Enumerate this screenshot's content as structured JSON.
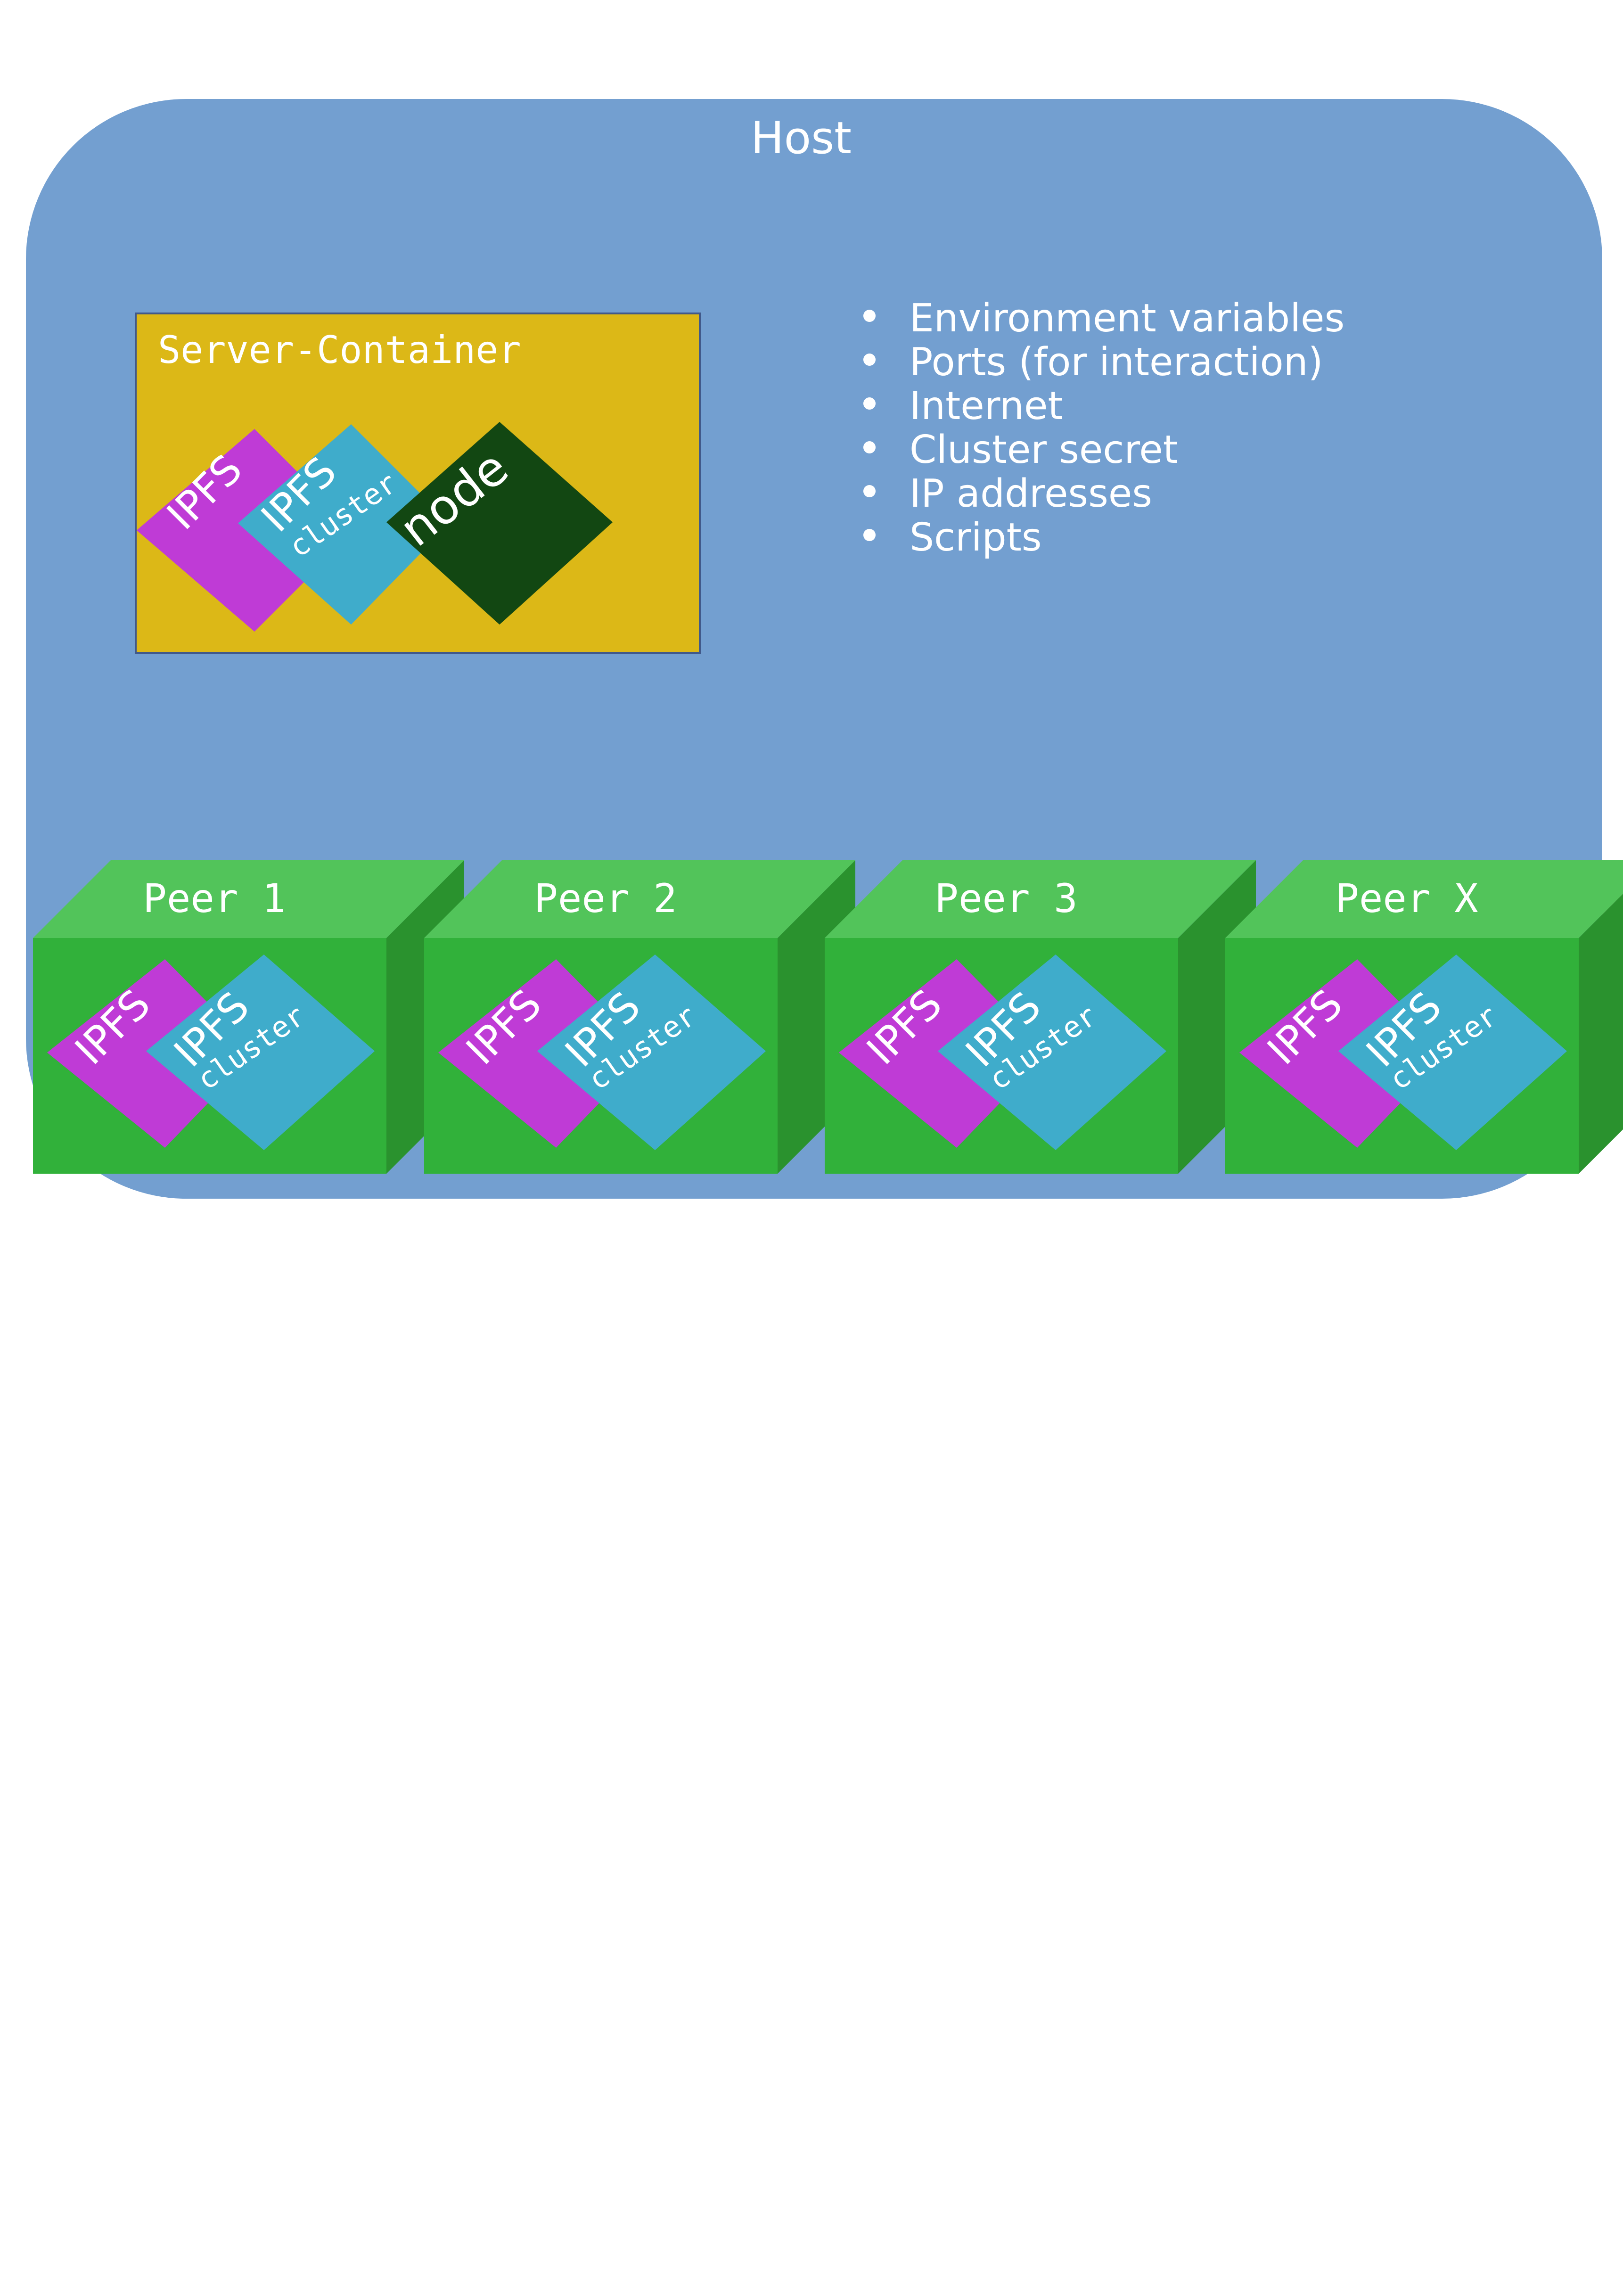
{
  "colors": {
    "host": "#739FD0",
    "server_container": "#DCB817",
    "server_border": "#41598A",
    "ipfs": "#BF3BD6",
    "cluster": "#3FACCB",
    "node": "#124712",
    "peer_front": "#31B13A",
    "peer_top": "#52C45A",
    "peer_side": "#2A922E",
    "text": "#FFFFFF"
  },
  "host": {
    "title": "Host"
  },
  "server": {
    "title": "Server-Container",
    "ipfs_label": "IPFS",
    "cluster_label": "IPFS",
    "cluster_sublabel": "cluster",
    "node_label": "node"
  },
  "bullets": [
    "Environment variables",
    "Ports (for interaction)",
    "Internet",
    "Cluster secret",
    "IP addresses",
    "Scripts"
  ],
  "peers": [
    {
      "title": "Peer 1",
      "ipfs_label": "IPFS",
      "cluster_label": "IPFS",
      "cluster_sublabel": "cluster"
    },
    {
      "title": "Peer 2",
      "ipfs_label": "IPFS",
      "cluster_label": "IPFS",
      "cluster_sublabel": "cluster"
    },
    {
      "title": "Peer 3",
      "ipfs_label": "IPFS",
      "cluster_label": "IPFS",
      "cluster_sublabel": "cluster"
    },
    {
      "title": "Peer X",
      "ipfs_label": "IPFS",
      "cluster_label": "IPFS",
      "cluster_sublabel": "cluster"
    }
  ]
}
